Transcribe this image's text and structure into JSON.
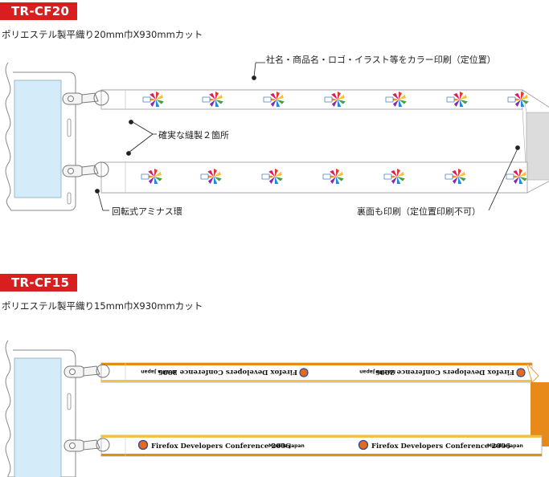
{
  "products": [
    {
      "code": "TR-CF20",
      "description": "ポリエステル製平織り20mm巾X930mmカット",
      "callouts": {
        "print": "社名・商品名・ロゴ・イラスト等をカラー印刷（定位置）",
        "sewing": "確実な縫製２箇所",
        "ring": "回転式アミナス環",
        "backside": "裏面も印刷（定位置印刷不可）"
      }
    },
    {
      "code": "TR-CF15",
      "description": "ポリエステル製平織り15mm巾X930mmカット",
      "print": {
        "conference": "Firefox Developers Conference 2006",
        "org": "Mozilla Japan"
      }
    }
  ],
  "colors": {
    "tag": "#d81e1e",
    "cf15_accent": "#e88a1a",
    "cf20_fold": "#dcdcdc",
    "card": "#d4ecfa"
  }
}
